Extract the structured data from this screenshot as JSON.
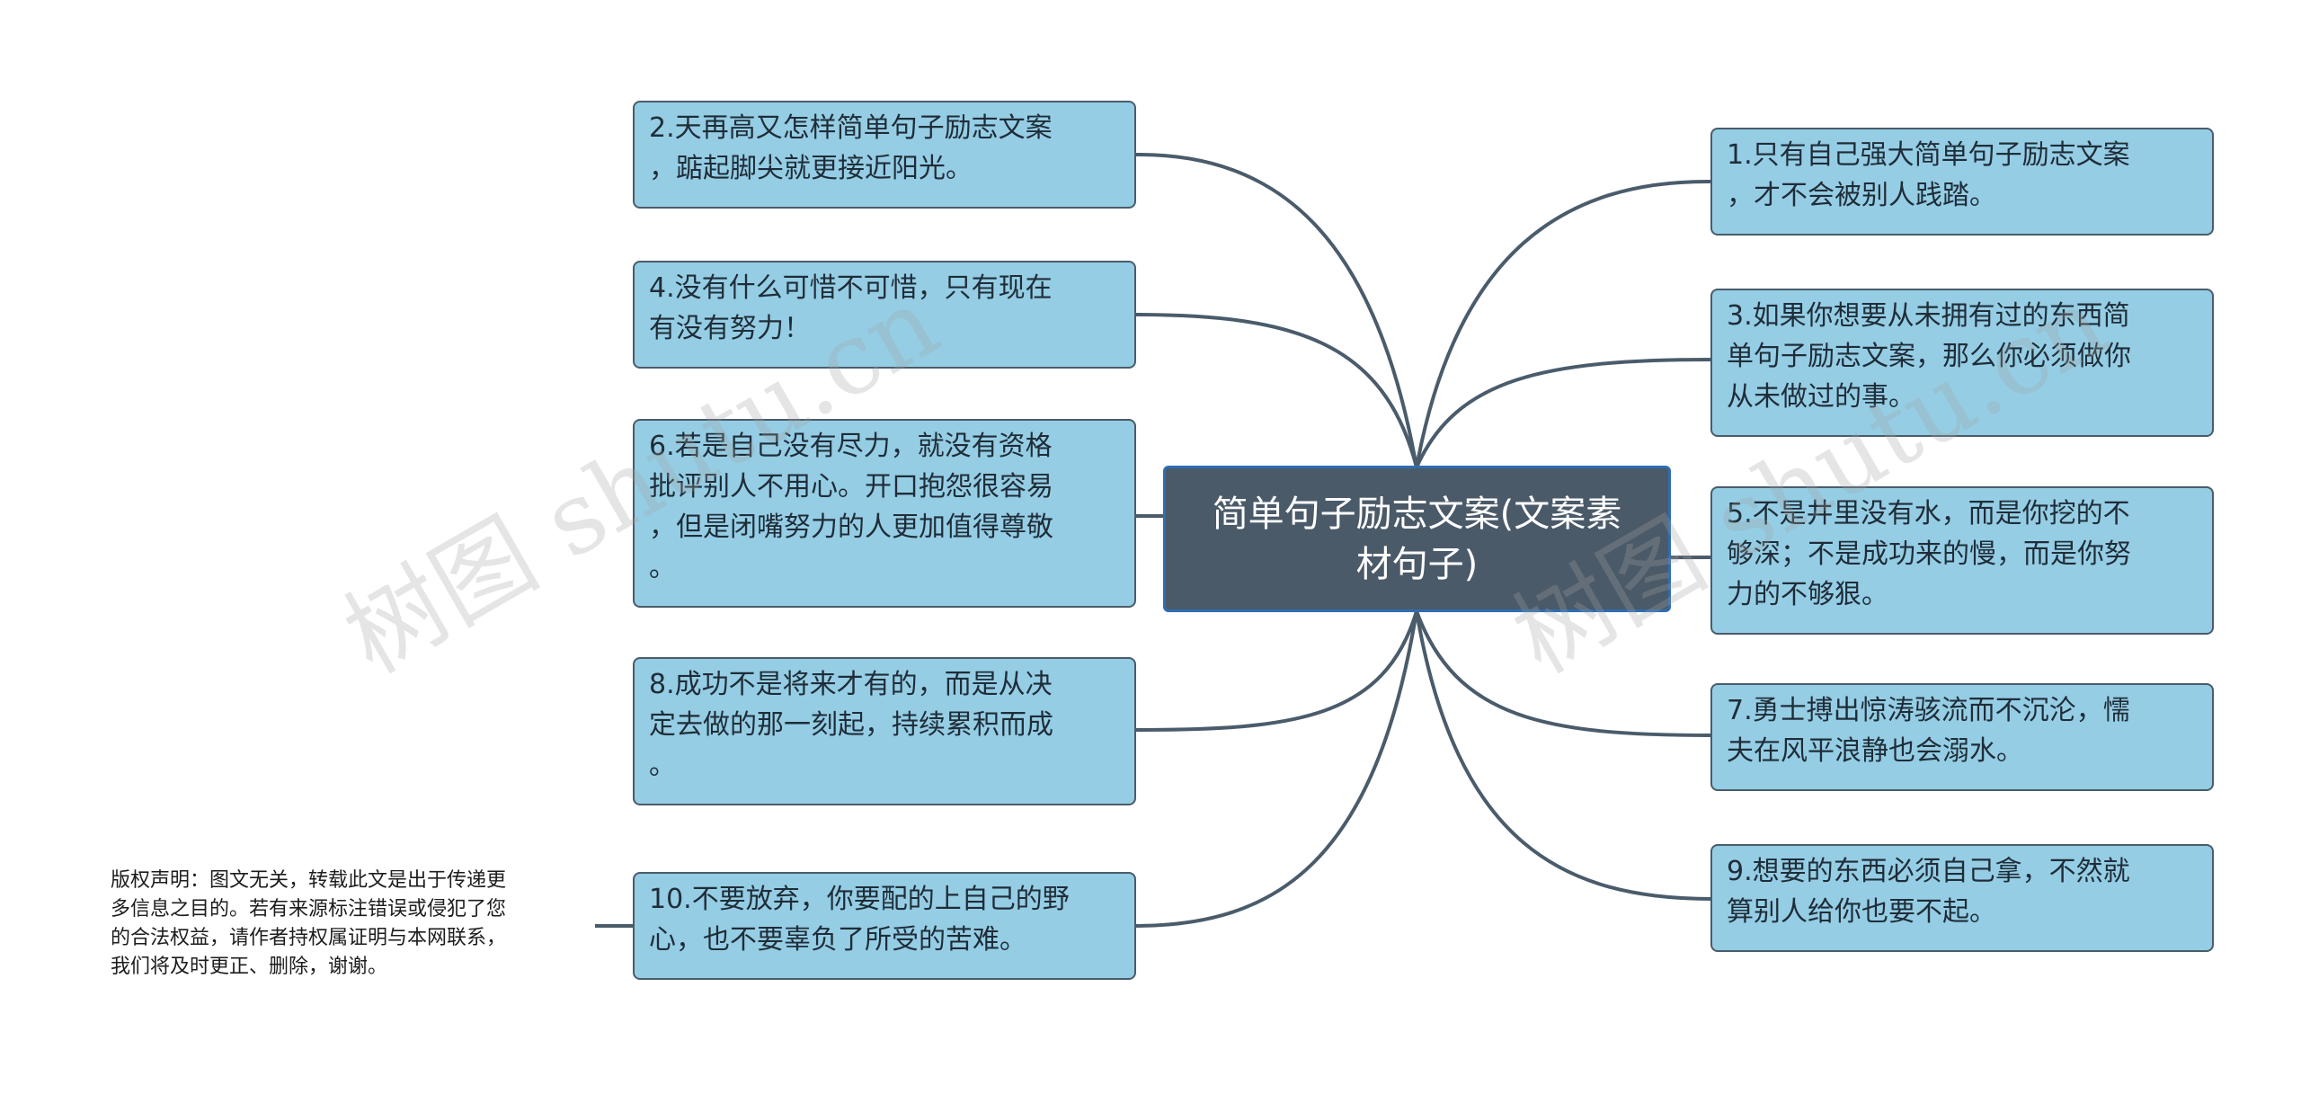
{
  "center": {
    "text": "简单句子励志文案(文案素\n材句子)"
  },
  "left_nodes": [
    {
      "text": "2.天再高又怎样简单句子励志文案\n，踮起脚尖就更接近阳光。"
    },
    {
      "text": "4.没有什么可惜不可惜，只有现在\n有没有努力！"
    },
    {
      "text": "6.若是自己没有尽力，就没有资格\n批评别人不用心。开口抱怨很容易\n，但是闭嘴努力的人更加值得尊敬\n。"
    },
    {
      "text": "8.成功不是将来才有的，而是从决\n定去做的那一刻起，持续累积而成\n。"
    },
    {
      "text": "10.不要放弃，你要配的上自己的野\n心，也不要辜负了所受的苦难。"
    }
  ],
  "right_nodes": [
    {
      "text": "1.只有自己强大简单句子励志文案\n，才不会被别人践踏。"
    },
    {
      "text": "3.如果你想要从未拥有过的东西简\n单句子励志文案，那么你必须做你\n从未做过的事。"
    },
    {
      "text": "5.不是井里没有水，而是你挖的不\n够深；不是成功来的慢，而是你努\n力的不够狠。"
    },
    {
      "text": "7.勇士搏出惊涛骇流而不沉沦，懦\n夫在风平浪静也会溺水。"
    },
    {
      "text": "9.想要的东西必须自己拿，不然就\n算别人给你也要不起。"
    }
  ],
  "copyright": {
    "text": "版权声明：图文无关，转载此文是出于传递更\n多信息之目的。若有来源标注错误或侵犯了您\n的合法权益，请作者持权属证明与本网联系，\n我们将及时更正、删除，谢谢。"
  },
  "watermark": {
    "left": "树图 shutu.cn",
    "right": "树图 shutu.cn"
  },
  "colors": {
    "node_fill": "#95cde4",
    "node_border": "#4a5c6b",
    "center_fill": "#4b5a68",
    "center_border": "#2f6db1",
    "connector": "#4a5c6b"
  }
}
